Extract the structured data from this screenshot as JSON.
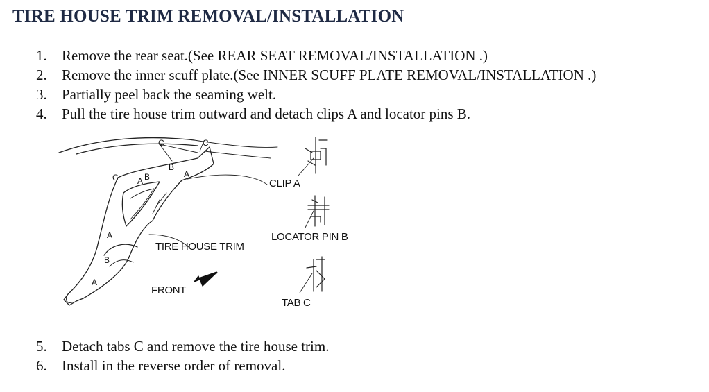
{
  "title": "TIRE HOUSE TRIM REMOVAL/INSTALLATION",
  "steps_top": [
    {
      "num": "1.",
      "text": "Remove the rear seat.(See REAR SEAT REMOVAL/INSTALLATION .)"
    },
    {
      "num": "2.",
      "text": "Remove the inner scuff plate.(See INNER SCUFF PLATE REMOVAL/INSTALLATION .)"
    },
    {
      "num": "3.",
      "text": "Partially peel back the seaming welt."
    },
    {
      "num": "4.",
      "text": "Pull the tire house trim outward and detach clips A and locator pins B."
    }
  ],
  "figure": {
    "labels": {
      "clip_a": "CLIP A",
      "locator_pin_b": "LOCATOR PIN B",
      "tab_c": "TAB C",
      "tire_house_trim": "TIRE HOUSE TRIM",
      "front": "FRONT"
    },
    "callouts": {
      "c1": "C",
      "c2": "C",
      "c3": "C",
      "a1": "A",
      "b1": "B",
      "b2": "B",
      "a2": "A",
      "a3": "A",
      "b3": "B",
      "a4": "A"
    }
  },
  "steps_bottom": [
    {
      "num": "5.",
      "text": "Detach tabs C and remove the tire house trim."
    },
    {
      "num": "6.",
      "text": "Install in the reverse order of removal."
    }
  ]
}
